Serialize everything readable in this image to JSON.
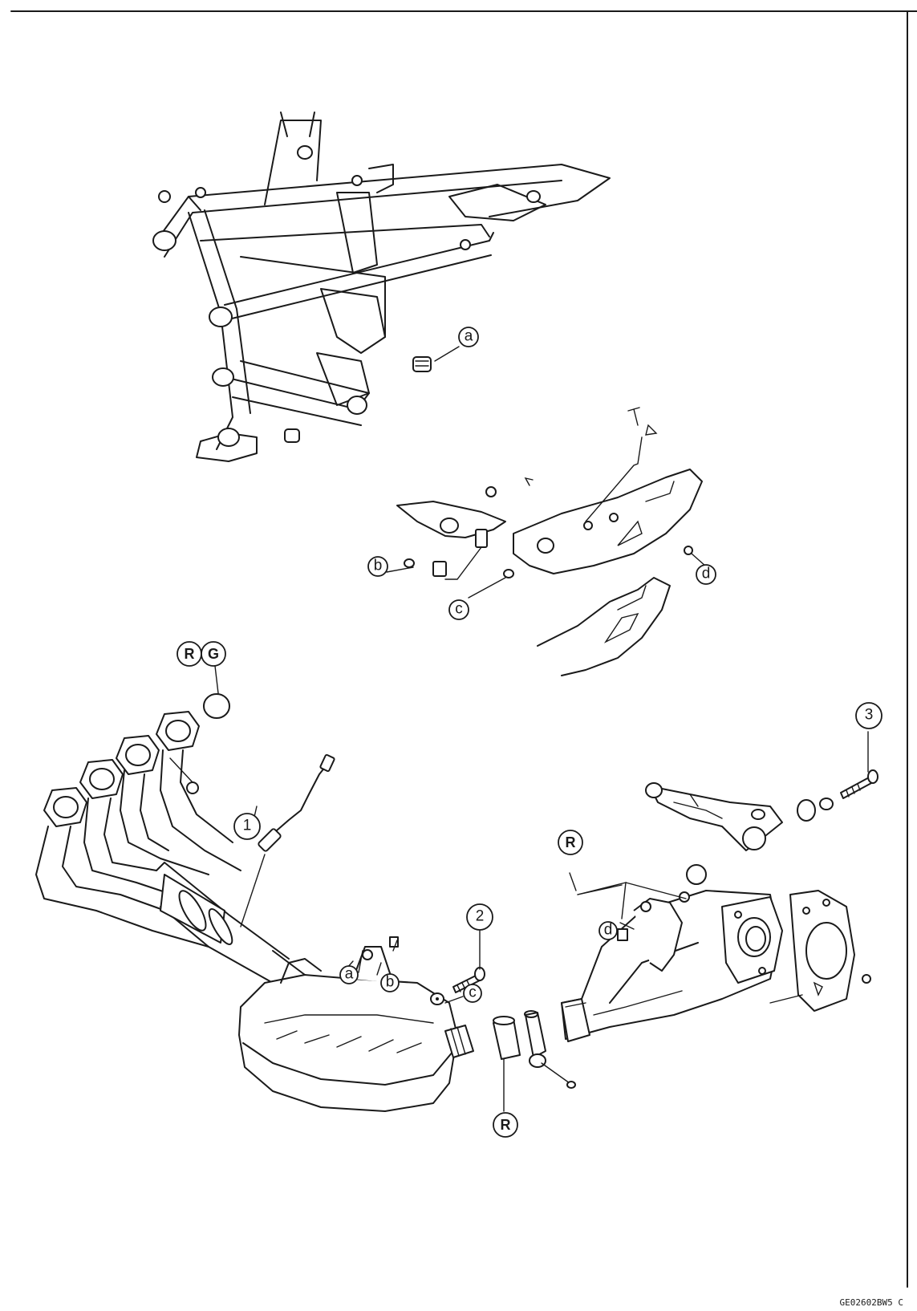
{
  "callouts": {
    "frame_a": "a",
    "bracket_b": "b",
    "bracket_c": "c",
    "bracket_d": "d",
    "gasket_r": "R",
    "gasket_g": "G",
    "sensor_1": "1",
    "bolt_2": "2",
    "bolt_3": "3",
    "muffler_r": "R",
    "gasket_r_lower": "R",
    "lower_a": "a",
    "lower_b": "b",
    "lower_c": "c",
    "lower_d": "d"
  },
  "figure_code": "GE02602BW5 C",
  "colors": {
    "line": "#1a1a1a",
    "background": "#ffffff"
  }
}
